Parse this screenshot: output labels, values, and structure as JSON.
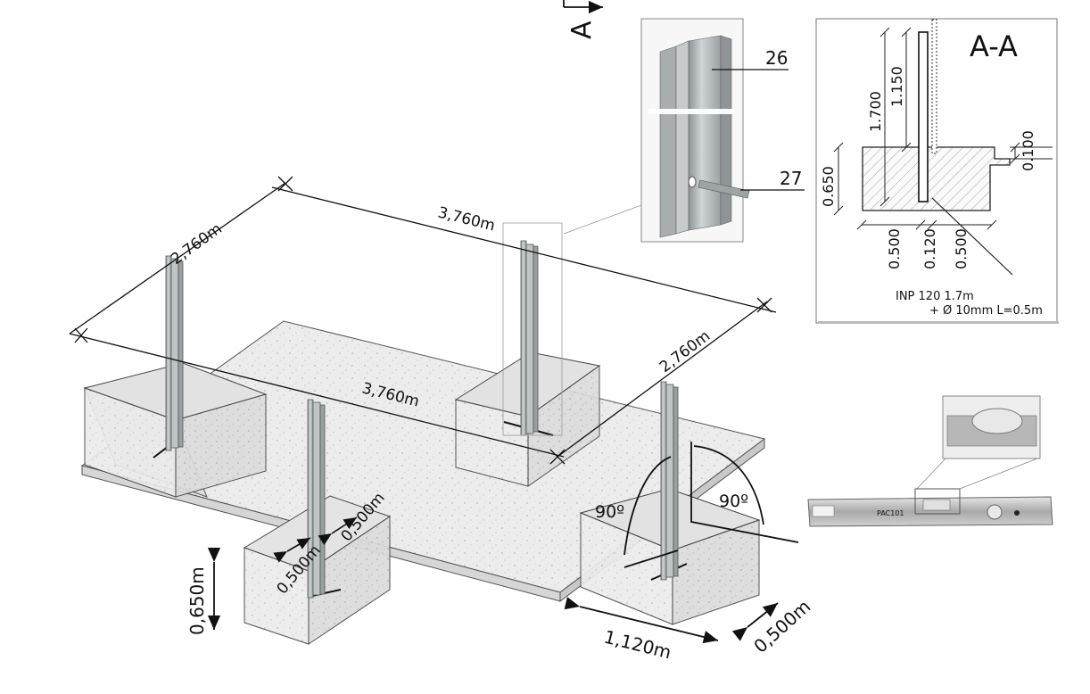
{
  "dimensions": {
    "width_top": "3,760m",
    "width_bottom": "3,760m",
    "depth_left": "2,760m",
    "depth_right": "2,760m",
    "footing_height": "0,650m",
    "footing_length": "1,120m",
    "footing_width_front": "0,500m",
    "footing_inner_a": "0,500m",
    "footing_inner_b": "0,500m"
  },
  "angles": {
    "left": "90º",
    "right": "90º"
  },
  "section_marker": "A",
  "detail_callouts": {
    "profile": "26",
    "rebar": "27"
  },
  "section_view": {
    "title": "A-A",
    "dims": {
      "total_height": "1.700",
      "above_slab": "1.150",
      "footing_depth": "0.650",
      "slab_thickness": "0.100",
      "left_width": "0.500",
      "profile_width": "0.120",
      "right_width": "0.500"
    },
    "note_line1": "INP 120 1.7m",
    "note_line2": "+ Ø 10mm L=0.5m"
  },
  "level_tool": {
    "brand": "PAC101",
    "stamp": ""
  }
}
